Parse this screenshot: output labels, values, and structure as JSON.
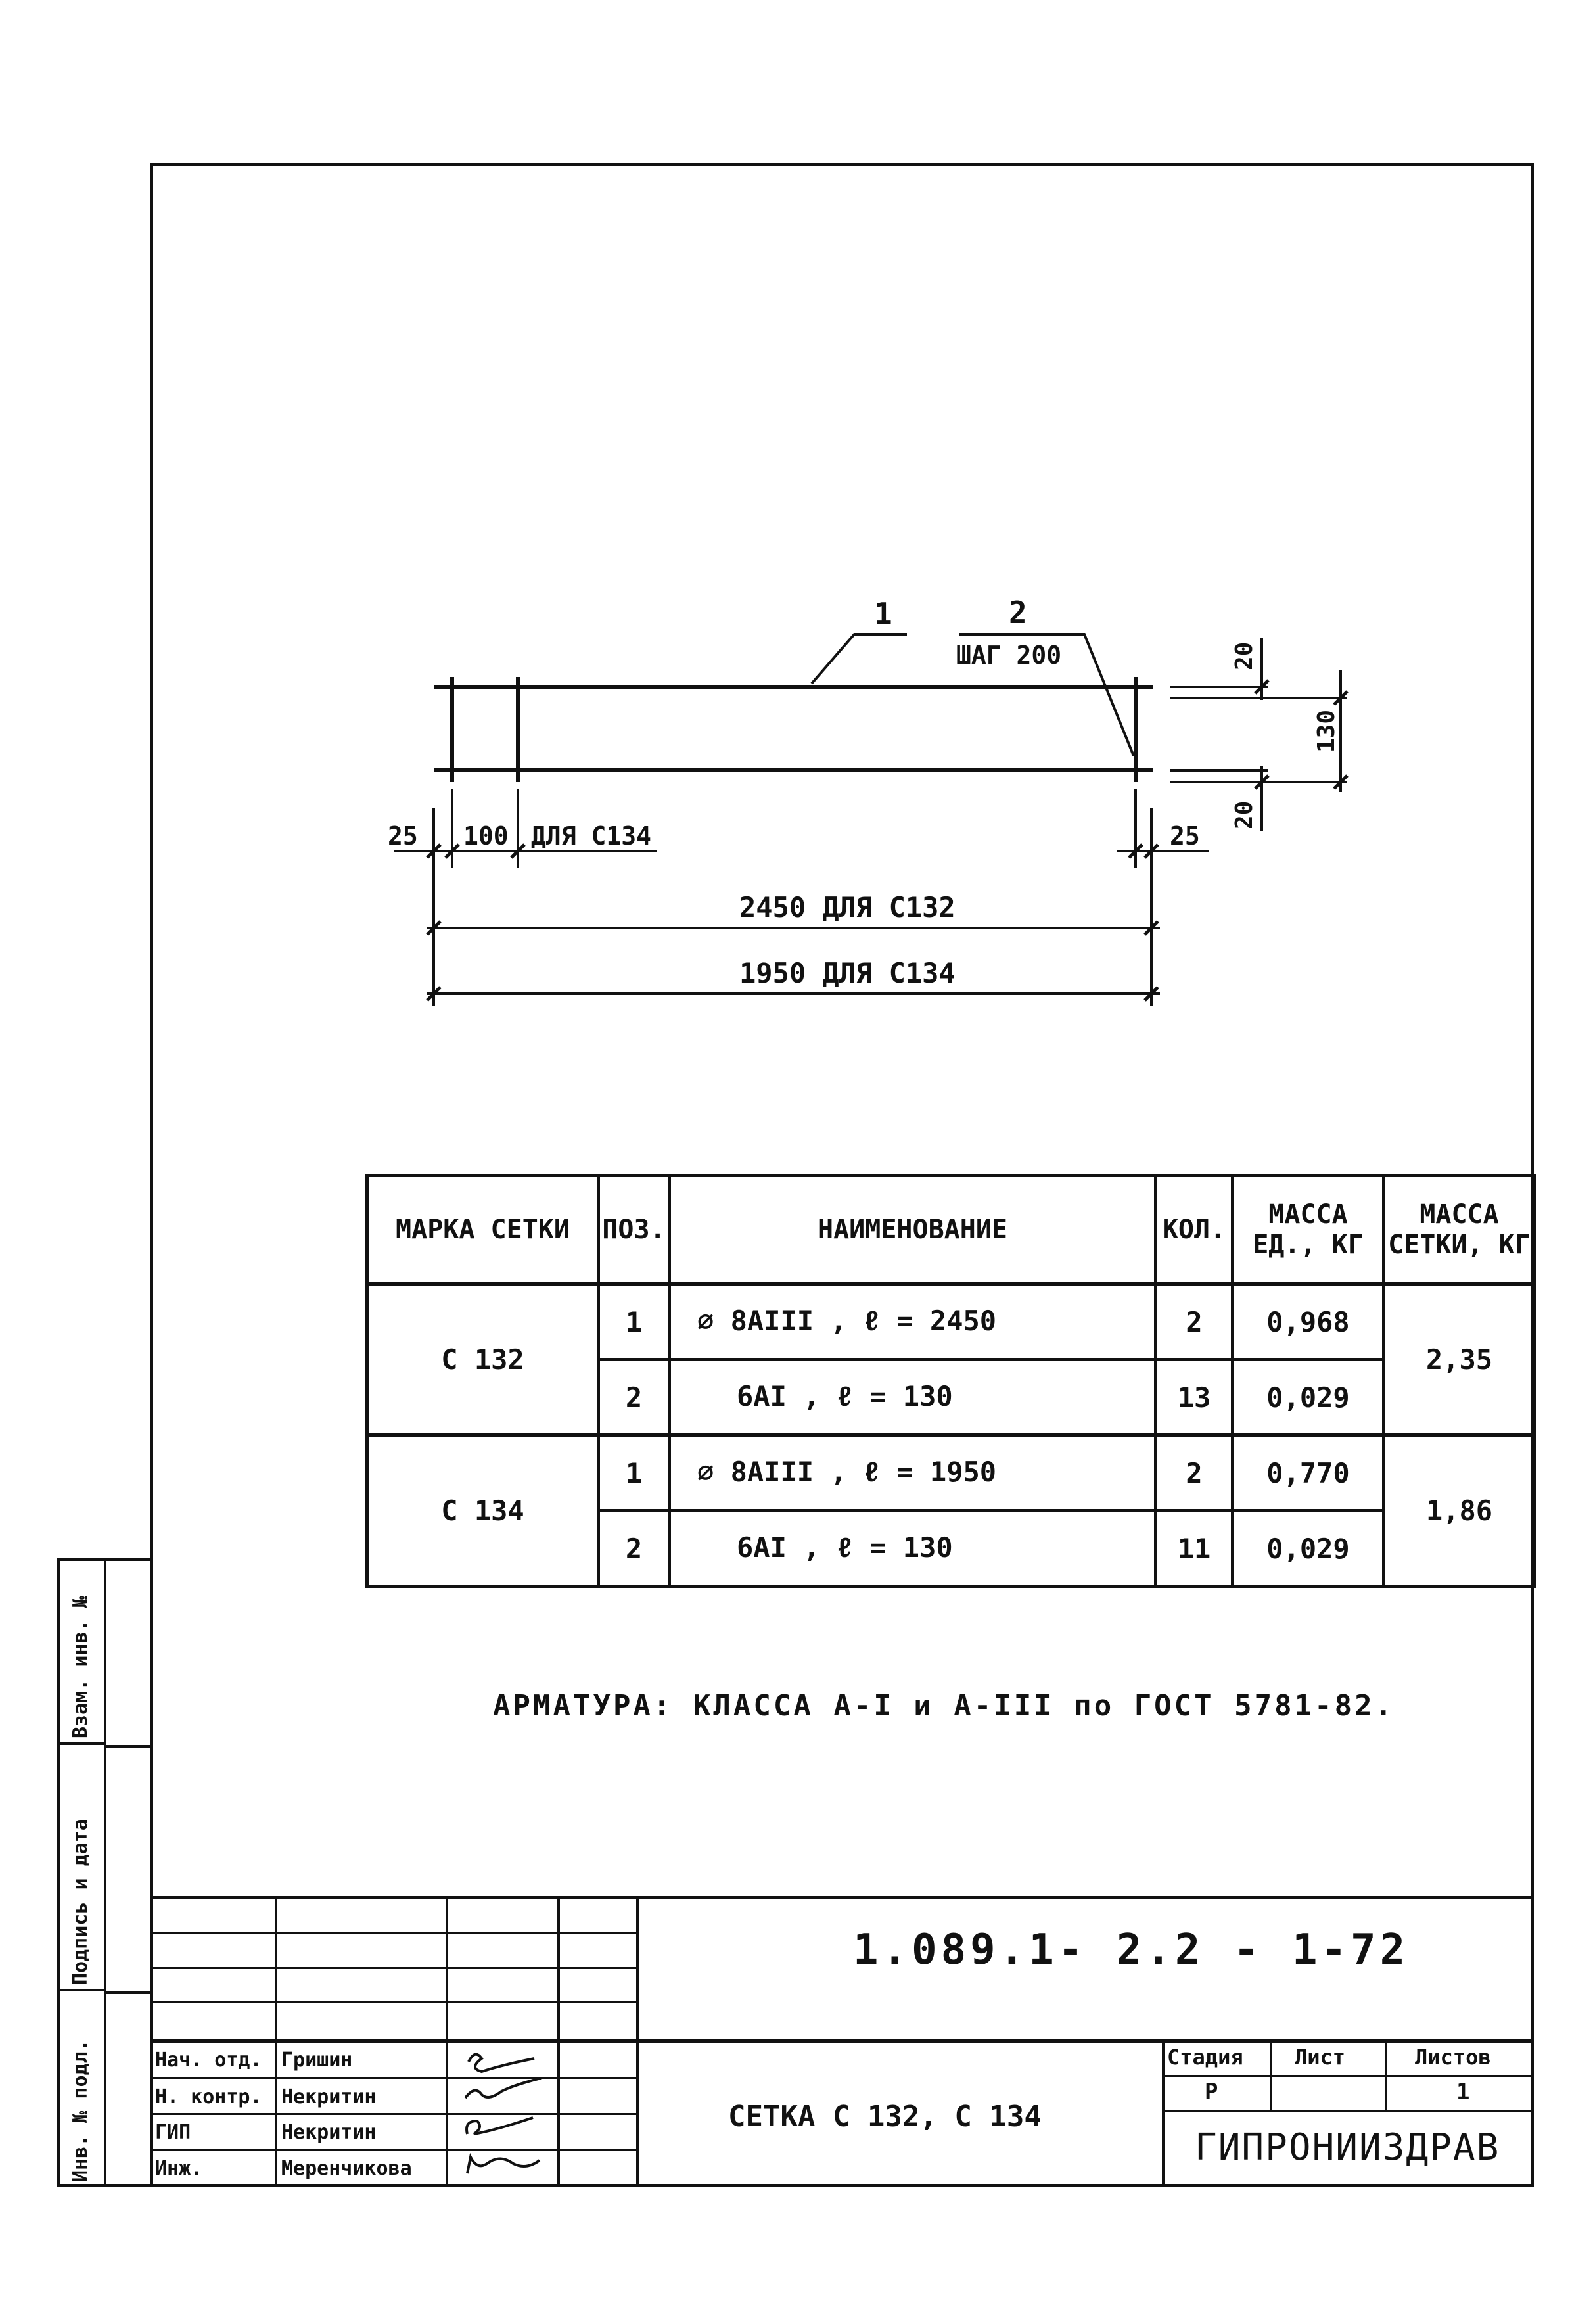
{
  "drawing": {
    "pos1": "1",
    "pos2": "2",
    "pitch_label": "ШАГ 200",
    "dim_20_top": "20",
    "dim_130": "130",
    "dim_20_bottom": "20",
    "dim_25_left": "25",
    "dim_100": "100",
    "for_c134": "ДЛЯ С134",
    "dim_25_right": "25",
    "length_c132": "2450 ДЛЯ С132",
    "length_c134": "1950 ДЛЯ С134"
  },
  "spec_table": {
    "headers": {
      "mark": "МАРКА СЕТКИ",
      "pos": "ПОЗ.",
      "name": "НАИМЕНОВАНИЕ",
      "qty": "КОЛ.",
      "unit_mass": "МАССА ЕД., КГ",
      "mesh_mass": "МАССА СЕТКИ, КГ"
    },
    "groups": [
      {
        "mark": "С 132",
        "mesh_mass": "2,35",
        "rows": [
          {
            "pos": "1",
            "name": "⌀ 8АIII ,  ℓ = 2450",
            "qty": "2",
            "unit_mass": "0,968"
          },
          {
            "pos": "2",
            "name": "6АI ,  ℓ = 130",
            "qty": "13",
            "unit_mass": "0,029"
          }
        ]
      },
      {
        "mark": "С 134",
        "mesh_mass": "1,86",
        "rows": [
          {
            "pos": "1",
            "name": "⌀ 8АIII ,  ℓ = 1950",
            "qty": "2",
            "unit_mass": "0,770"
          },
          {
            "pos": "2",
            "name": "6АI ,  ℓ = 130",
            "qty": "11",
            "unit_mass": "0,029"
          }
        ]
      }
    ]
  },
  "note": "АРМАТУРА: КЛАССА А-I и А-III по ГОСТ 5781-82.",
  "sidebar": {
    "inv_orig": "Инв. № подл.",
    "sign_date": "Подпись и дата",
    "replace_inv": "Взам. инв. №"
  },
  "stamp": {
    "doc_number": "1.089.1- 2.2 - 1-72",
    "title": "СЕТКА   С 132,  С 134",
    "stage_label": "Стадия",
    "sheet_label": "Лист",
    "sheets_label": "Листов",
    "stage_value": "Р",
    "sheets_value": "1",
    "organization": "ГИПРОНИИЗДРАВ",
    "people": [
      {
        "role": "Нач. отд.",
        "name": "Гришин"
      },
      {
        "role": "Н. контр.",
        "name": "Некритин"
      },
      {
        "role": "ГИП",
        "name": "Некритин"
      },
      {
        "role": "Инж.",
        "name": "Меренчикова"
      }
    ]
  }
}
